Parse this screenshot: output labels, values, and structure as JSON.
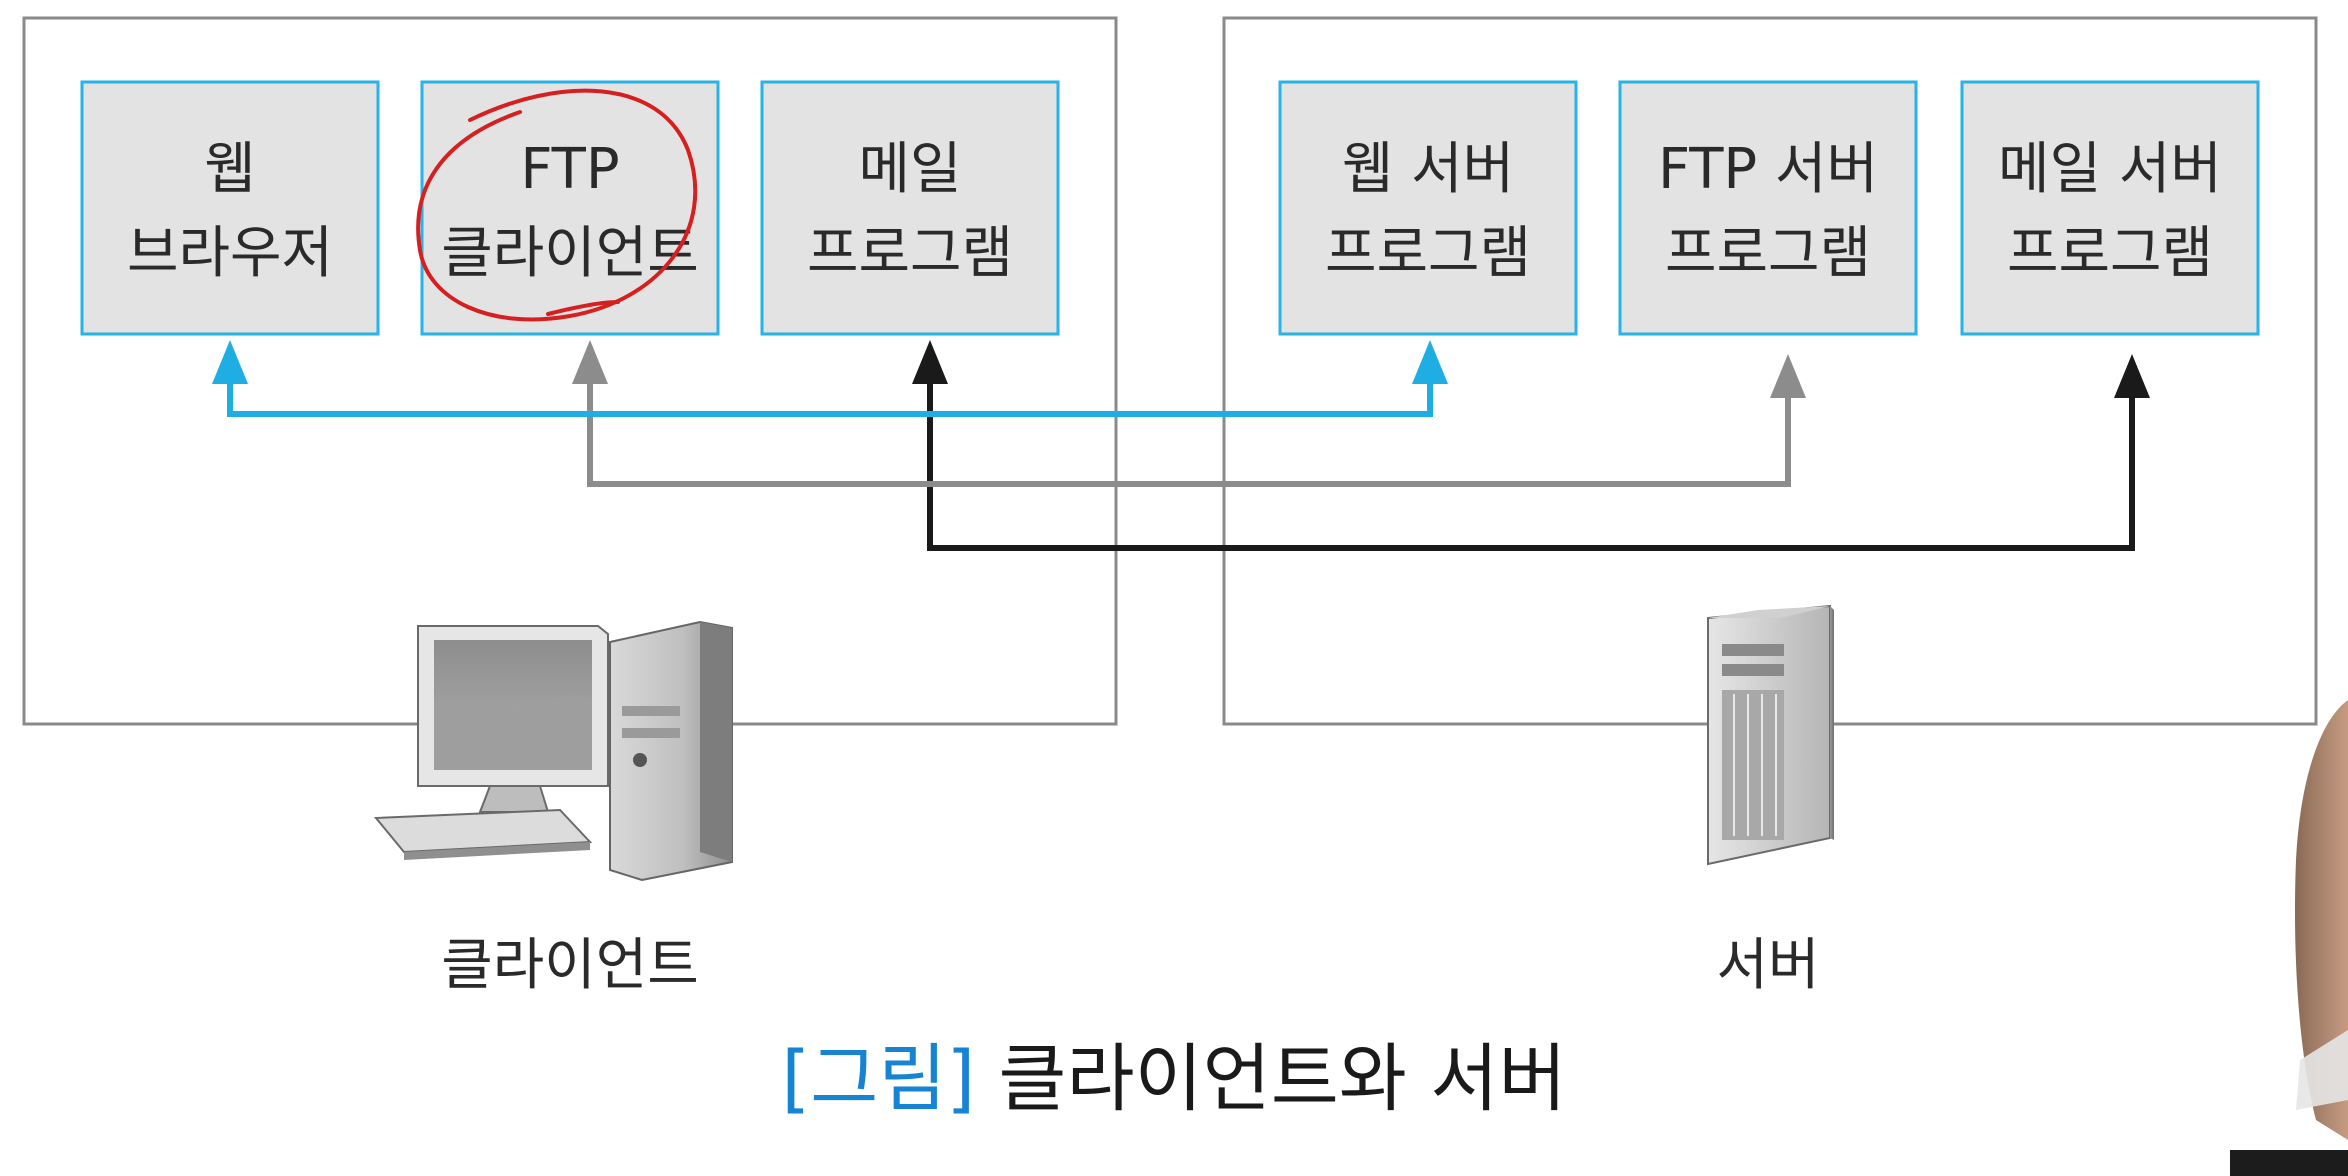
{
  "colors": {
    "box_fill": "#e3e3e4",
    "box_border": "#29b3e6",
    "frame_border": "#8a8a8a",
    "web_connection": "#1faee3",
    "ftp_connection": "#8c8c8c",
    "mail_connection": "#1a1a1a",
    "caption_accent": "#1683d3",
    "annotation": "#d62020"
  },
  "client_group": {
    "label": "클라이언트",
    "icon": "desktop-computer-icon",
    "boxes": [
      {
        "id": "web-browser",
        "line1": "웹",
        "line2": "브라우저"
      },
      {
        "id": "ftp-client",
        "line1": "FTP",
        "line2": "클라이언트"
      },
      {
        "id": "mail-program",
        "line1": "메일",
        "line2": "프로그램"
      }
    ]
  },
  "server_group": {
    "label": "서버",
    "icon": "server-tower-icon",
    "boxes": [
      {
        "id": "web-server",
        "line1": "웹 서버",
        "line2": "프로그램"
      },
      {
        "id": "ftp-server",
        "line1": "FTP 서버",
        "line2": "프로그램"
      },
      {
        "id": "mail-server",
        "line1": "메일 서버",
        "line2": "프로그램"
      }
    ]
  },
  "connections": [
    {
      "from": "web-browser",
      "to": "web-server",
      "color": "#1faee3"
    },
    {
      "from": "ftp-client",
      "to": "ftp-server",
      "color": "#8c8c8c"
    },
    {
      "from": "mail-program",
      "to": "mail-server",
      "color": "#1a1a1a"
    }
  ],
  "caption": {
    "tag": "[그림]",
    "text": "클라이언트와 서버"
  }
}
